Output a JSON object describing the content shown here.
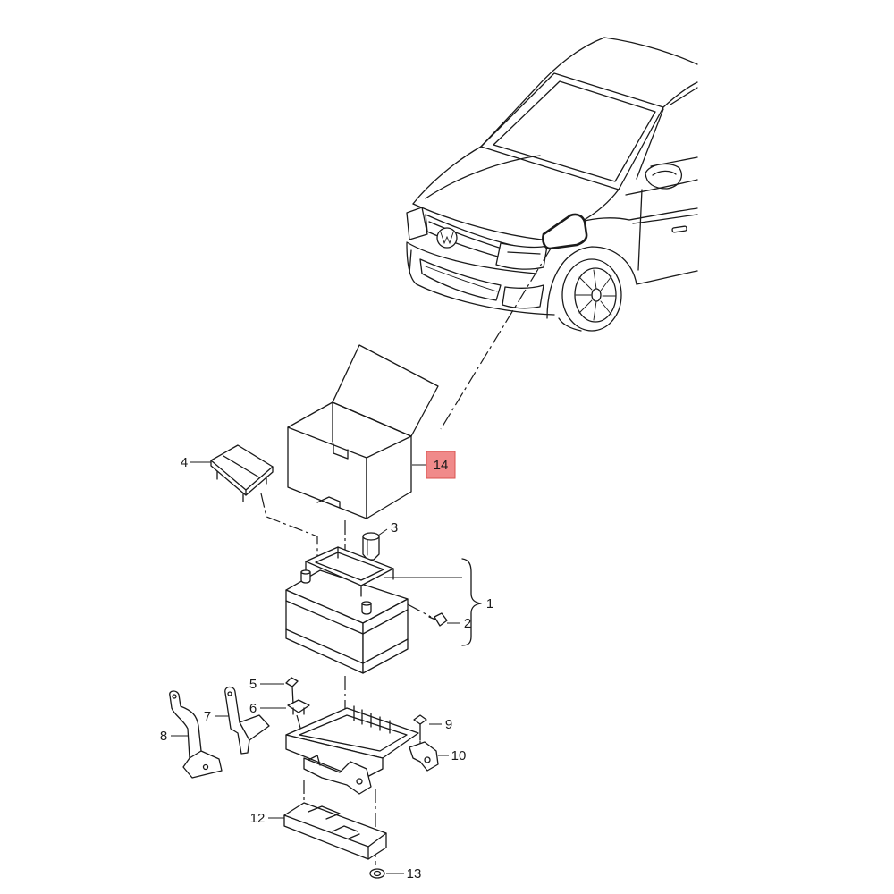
{
  "diagram": {
    "callouts": [
      "1",
      "2",
      "3",
      "4",
      "5",
      "6",
      "7",
      "8",
      "9",
      "10",
      "12",
      "13"
    ],
    "highlighted_callout": "14"
  },
  "colors": {
    "background": "#ffffff",
    "line": "#1a1a1a",
    "highlight_fill": "#f08a8a",
    "highlight_stroke": "#d9534f"
  }
}
